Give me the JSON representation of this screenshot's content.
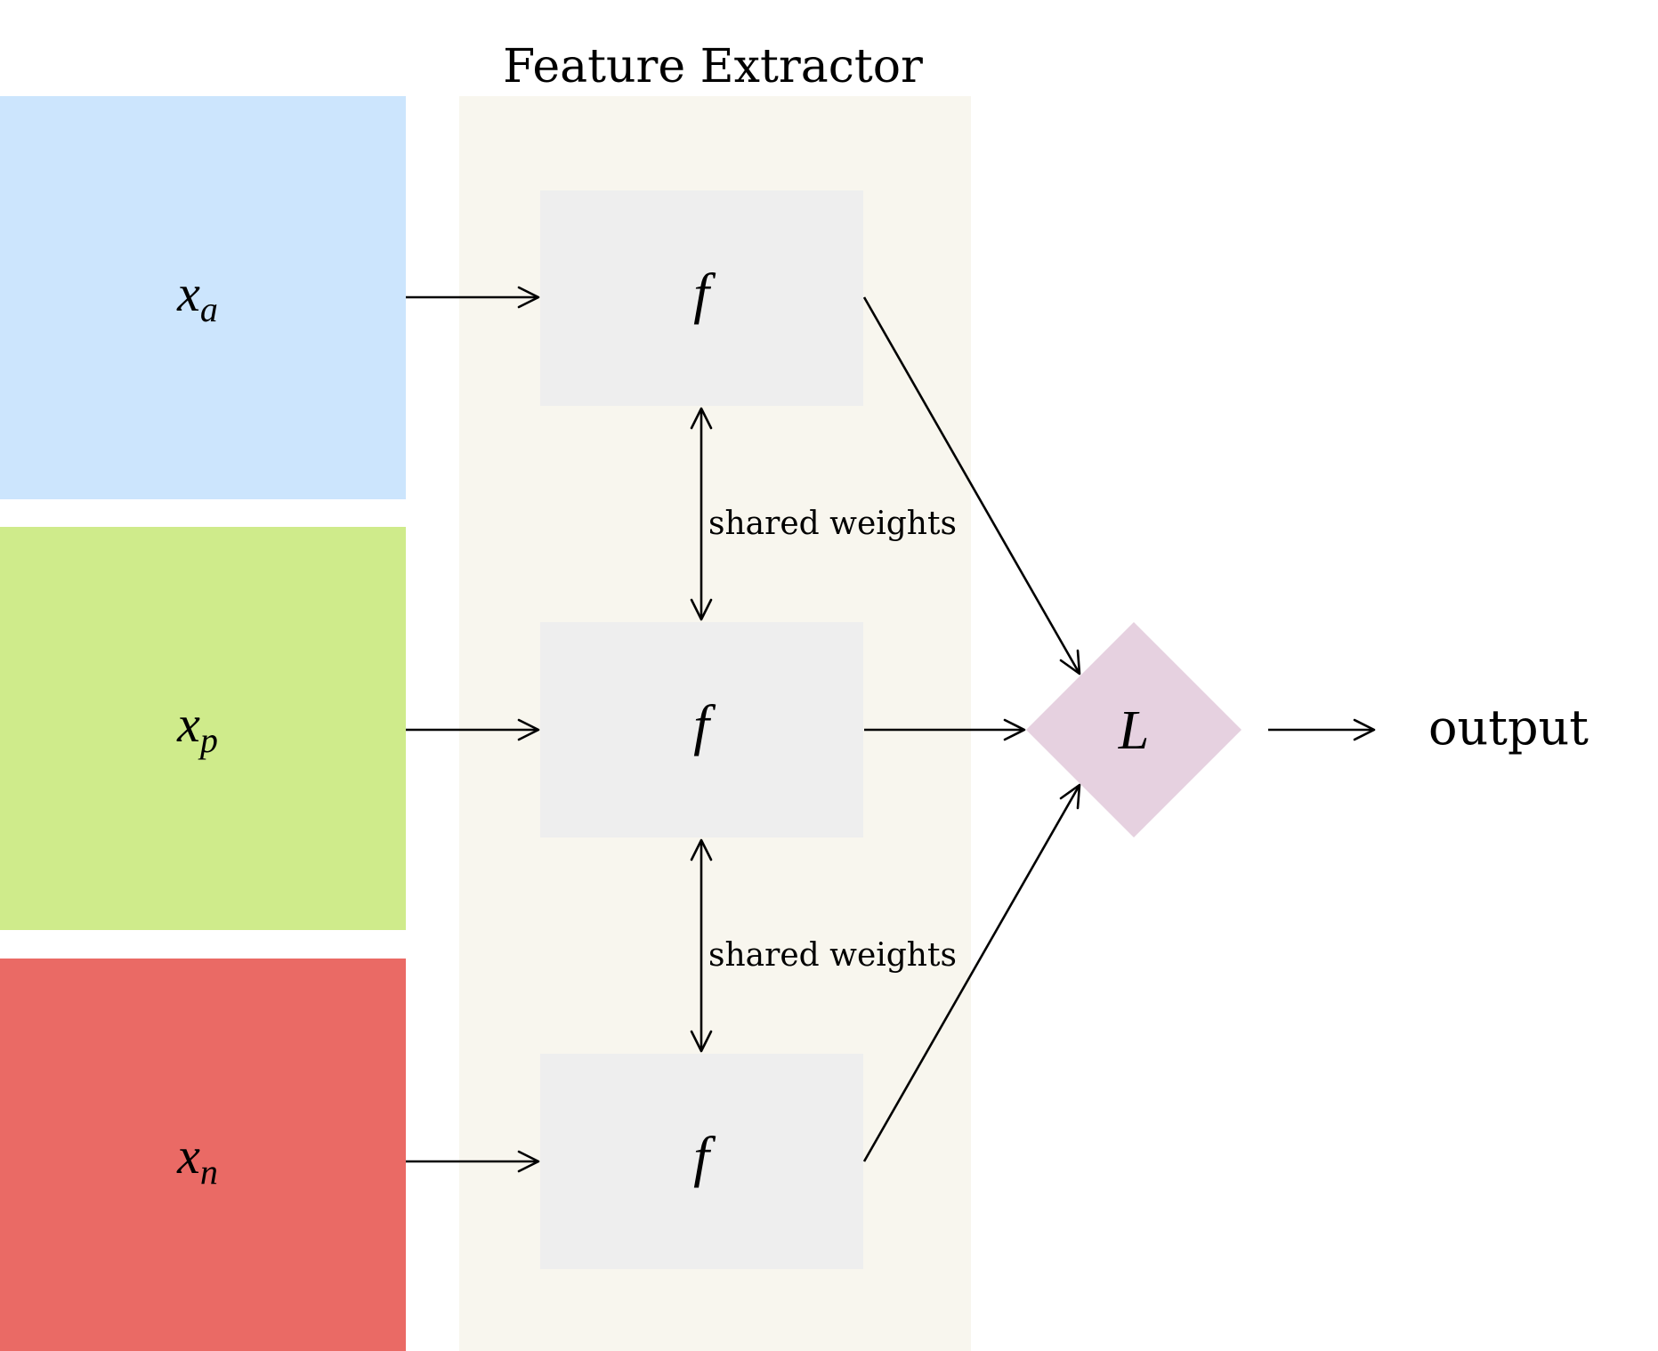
{
  "diagram": {
    "extractor_title": "Feature Extractor",
    "inputs": [
      {
        "main": "x",
        "sub": "a",
        "color": "#cce5fd"
      },
      {
        "main": "x",
        "sub": "p",
        "color": "#cfeb8b"
      },
      {
        "main": "x",
        "sub": "n",
        "color": "#ea6a65"
      }
    ],
    "extractor_fill": "#f8f6ee",
    "blocks": [
      {
        "label": "f",
        "color": "#eeeeee"
      },
      {
        "label": "f",
        "color": "#eeeeee"
      },
      {
        "label": "f",
        "color": "#eeeeee"
      }
    ],
    "shared_labels": [
      "shared weights",
      "shared weights"
    ],
    "loss": {
      "label": "L",
      "color": "#e6d1e0"
    },
    "output_label": "output"
  }
}
